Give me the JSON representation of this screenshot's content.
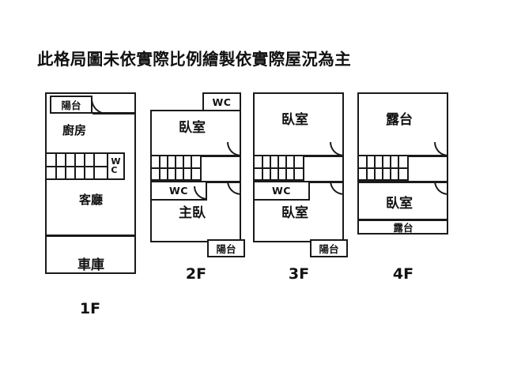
{
  "title": "此格局圖未依實際比例繪製依實際屋況為主",
  "floors": [
    {
      "caption": "1F",
      "rooms": [
        {
          "name": "balcony",
          "label": "陽台"
        },
        {
          "name": "kitchen",
          "label": "廚房"
        },
        {
          "name": "wc",
          "label": "WC"
        },
        {
          "name": "living-room",
          "label": "客廳"
        },
        {
          "name": "garage",
          "label": "車庫"
        }
      ]
    },
    {
      "caption": "2F",
      "rooms": [
        {
          "name": "wc-upper",
          "label": "WC"
        },
        {
          "name": "bedroom",
          "label": "臥室"
        },
        {
          "name": "wc-lower",
          "label": "WC"
        },
        {
          "name": "master-bedroom",
          "label": "主臥"
        },
        {
          "name": "balcony",
          "label": "陽台"
        }
      ]
    },
    {
      "caption": "3F",
      "rooms": [
        {
          "name": "bedroom-upper",
          "label": "臥室"
        },
        {
          "name": "wc",
          "label": "WC"
        },
        {
          "name": "bedroom-lower",
          "label": "臥室"
        },
        {
          "name": "balcony",
          "label": "陽台"
        }
      ]
    },
    {
      "caption": "4F",
      "rooms": [
        {
          "name": "terrace-upper",
          "label": "露台"
        },
        {
          "name": "bedroom",
          "label": "臥室"
        },
        {
          "name": "terrace-lower",
          "label": "露台"
        }
      ]
    }
  ],
  "colors": {
    "ink": "#1a1a1a",
    "paper": "#ffffff"
  }
}
